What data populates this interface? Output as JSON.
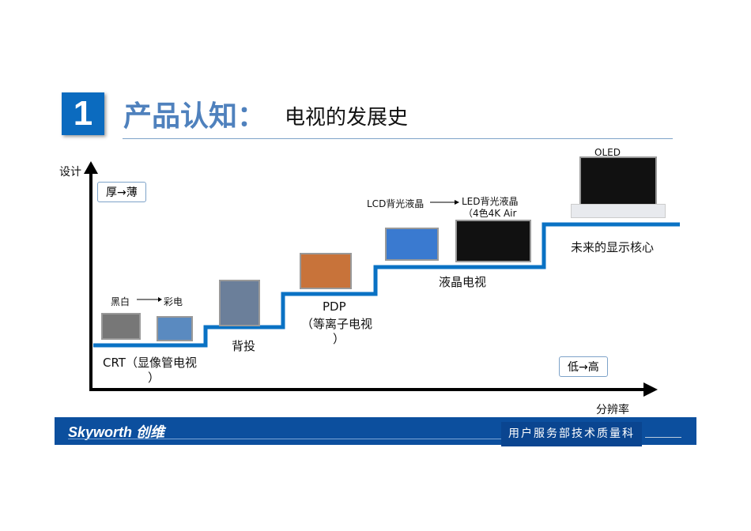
{
  "header": {
    "number": "1",
    "title_bold": "产品认知",
    "colon": "：",
    "title_sub": "电视的发展史"
  },
  "axes": {
    "y_label": "设计",
    "x_label": "分辨率",
    "y_box": "厚→薄",
    "x_box": "低→高"
  },
  "stages": {
    "crt": {
      "from": "黑白",
      "to": "彩电",
      "name": "CRT（显像管电视",
      "close": "）"
    },
    "rear": {
      "name": "背投"
    },
    "pdp": {
      "name": "PDP",
      "sub": "（等离子电视",
      "close": "）"
    },
    "lcd": {
      "from": "LCD背光液晶",
      "to": "LED背光液晶",
      "to_sub": "（4色4K Air",
      "name": "液晶电视"
    },
    "oled": {
      "top": "OLED",
      "name": "未来的显示核心"
    }
  },
  "footer": {
    "brand": "Skyworth 创维",
    "dept": "用户服务部技术质量科"
  },
  "colors": {
    "accent": "#0b6bbf",
    "step": "#0a72c4",
    "footer": "#0c4f9e"
  }
}
